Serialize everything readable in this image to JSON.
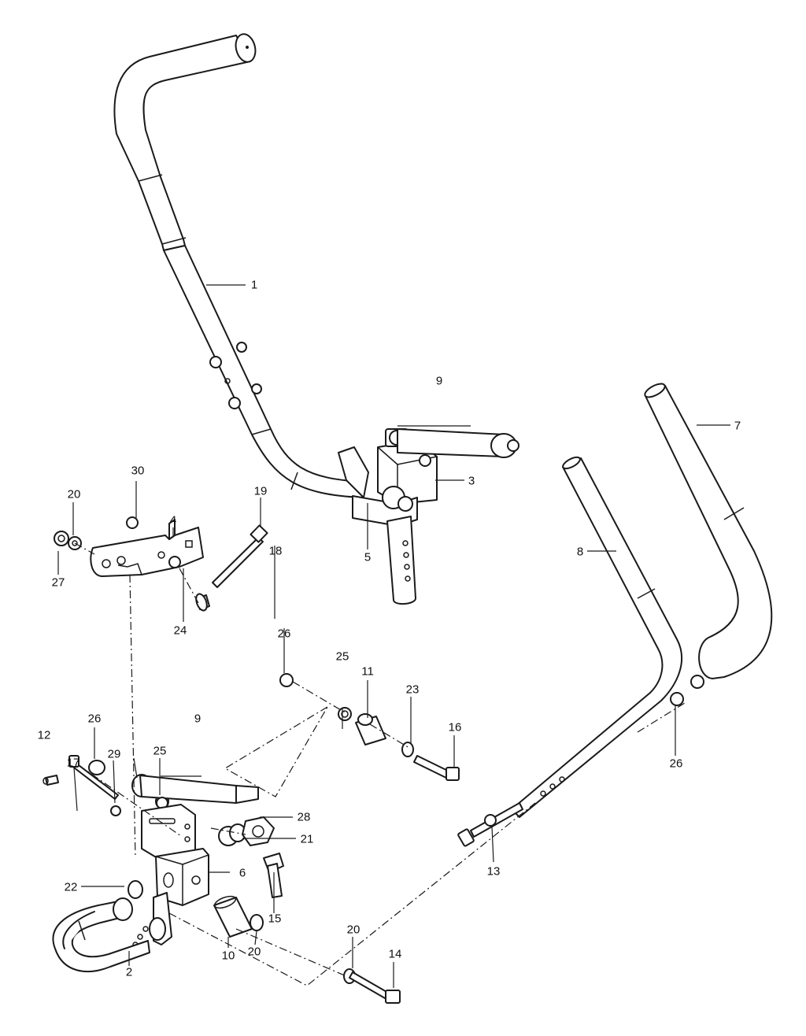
{
  "callouts": {
    "c1": "1",
    "c2": "2",
    "c3": "3",
    "c4": "4",
    "c5": "5",
    "c6": "6",
    "c7": "7",
    "c8": "8",
    "c9a": "9",
    "c9b": "9",
    "c10": "10",
    "c11": "11",
    "c12": "12",
    "c13": "13",
    "c14": "14",
    "c15": "15",
    "c16": "16",
    "c17": "17",
    "c18": "18",
    "c19": "19",
    "c20a": "20",
    "c20b": "20",
    "c20c": "20",
    "c21": "21",
    "c22": "22",
    "c23": "23",
    "c24": "24",
    "c25a": "25",
    "c25b": "25",
    "c26a": "26",
    "c26b": "26",
    "c26c": "26",
    "c27": "27",
    "c28": "28",
    "c29": "29",
    "c30": "30"
  }
}
